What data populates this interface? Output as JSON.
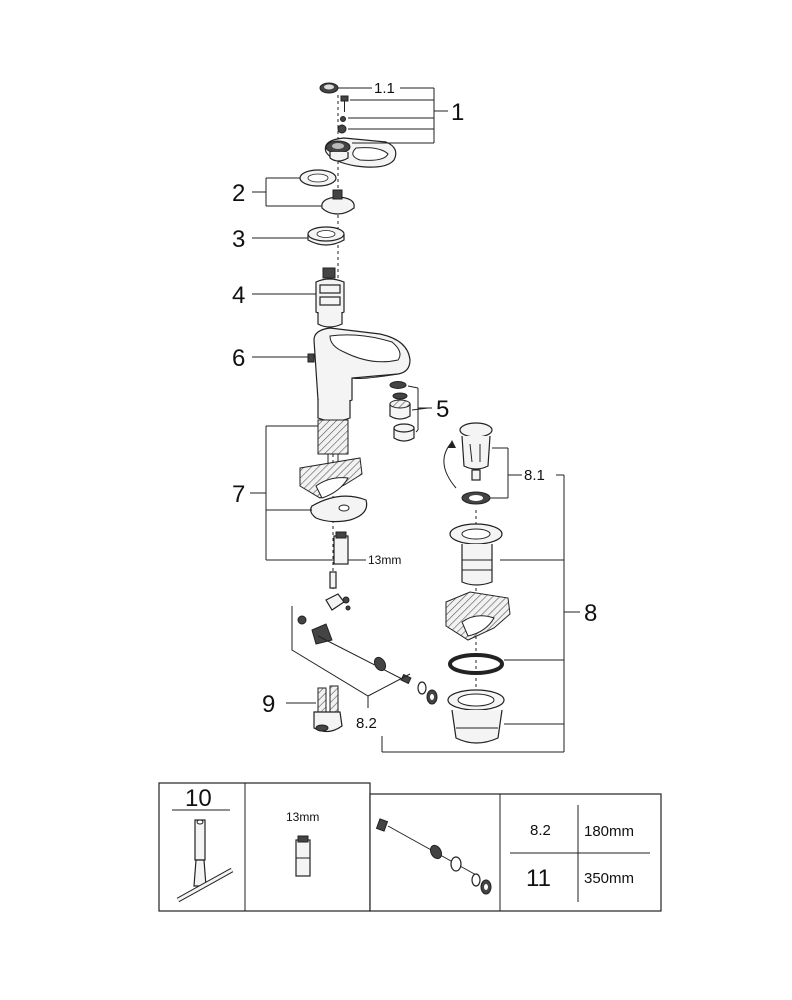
{
  "callouts": {
    "c1_1": "1.1",
    "c1": "1",
    "c2": "2",
    "c3": "3",
    "c4": "4",
    "c6": "6",
    "c5": "5",
    "c7": "7",
    "c8_1": "8.1",
    "c8": "8",
    "c13mm": "13mm",
    "c9": "9",
    "c8_2": "8.2"
  },
  "table": {
    "tool_number": "10",
    "socket_size": "13mm",
    "lengths": [
      {
        "item": "8.2",
        "length": "180mm"
      },
      {
        "item": "11",
        "length": "350mm"
      }
    ]
  }
}
